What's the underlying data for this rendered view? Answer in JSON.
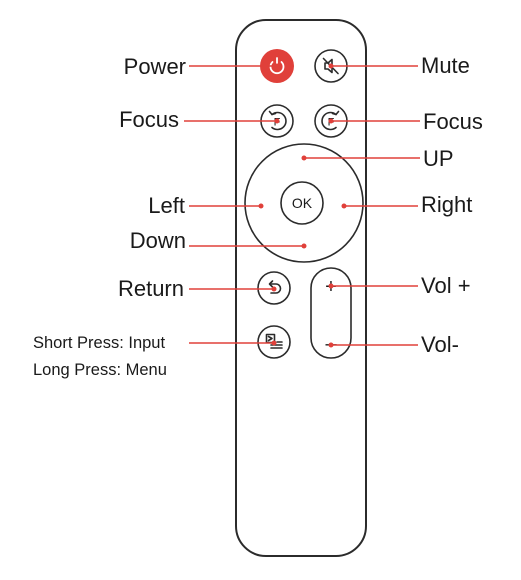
{
  "colors": {
    "accent": "#e0403a",
    "outline": "#2b2b2b",
    "background": "#ffffff"
  },
  "remote": {
    "buttons": {
      "power": {
        "icon": "power-icon"
      },
      "mute": {
        "icon": "mute-icon"
      },
      "focus_left": {
        "icon": "focus-icon",
        "glyph": "F"
      },
      "focus_right": {
        "icon": "focus-icon",
        "glyph": "F"
      },
      "ok": {
        "label": "OK"
      },
      "return": {
        "icon": "return-icon"
      },
      "input_menu": {
        "icon": "input-menu-icon"
      },
      "vol_up": {
        "glyph": "+"
      },
      "vol_down": {
        "glyph": "–"
      }
    }
  },
  "labels": {
    "power": "Power",
    "mute": "Mute",
    "focus_left": "Focus",
    "focus_right": "Focus",
    "up": "UP",
    "left": "Left",
    "right": "Right",
    "down": "Down",
    "return": "Return",
    "vol_up": "Vol +",
    "vol_down": "Vol-",
    "short_press": "Short Press: Input",
    "long_press": "Long Press: Menu"
  }
}
